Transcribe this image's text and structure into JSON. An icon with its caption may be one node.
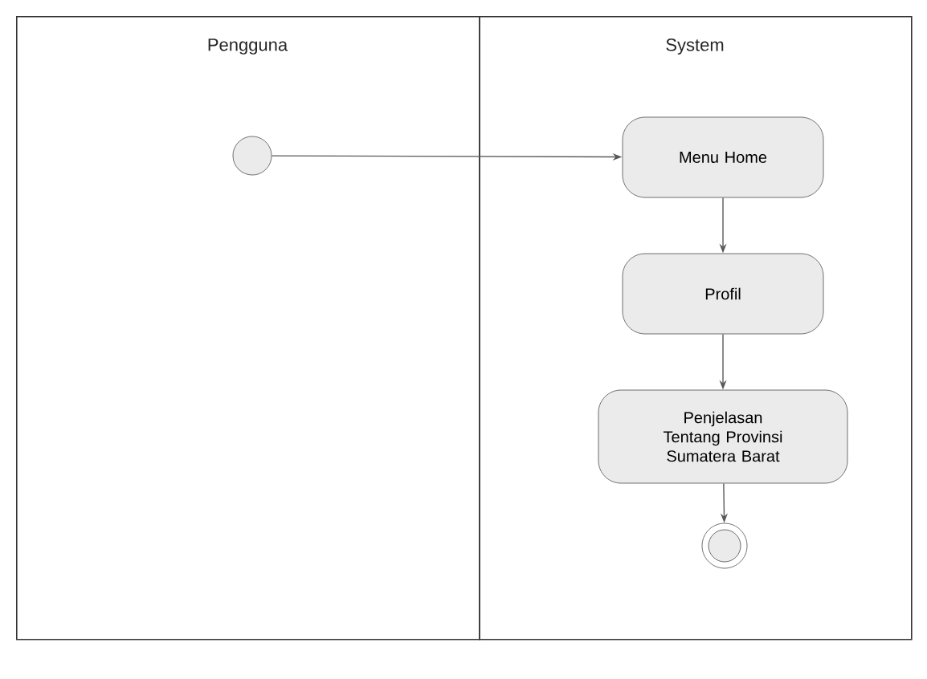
{
  "diagram": {
    "nodes": [
      {
        "text": [
          "Pengguna"
        ]
      },
      {
        "text": [
          "System"
        ]
      },
      {
        "text": [],
        "shape": "circle",
        "in": 0
      },
      {
        "text": [
          "Menu Home"
        ],
        "in": 1
      },
      {
        "text": [
          "Profil"
        ],
        "in": 1
      },
      {
        "text": [
          "Penjelasan Tentang Provinsi Sumatera Barat"
        ],
        "in": 1
      },
      {
        "text": [],
        "shape": "bullseye",
        "in": 1
      }
    ],
    "edges": [
      {
        "from": 2,
        "to": 3,
        "arrow": "to"
      },
      {
        "from": 3,
        "to": 4,
        "arrow": "to"
      },
      {
        "from": 4,
        "to": 5,
        "arrow": "to"
      },
      {
        "from": 5,
        "to": 6,
        "arrow": "to"
      }
    ]
  }
}
